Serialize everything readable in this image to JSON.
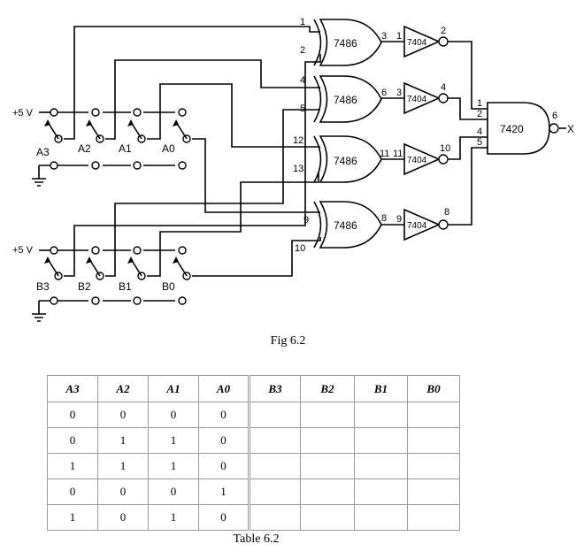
{
  "figure": {
    "caption": "Fig 6.2",
    "supply_label": "+5 V",
    "output_label": "X",
    "a_switches": [
      "A3",
      "A2",
      "A1",
      "A0"
    ],
    "b_switches": [
      "B3",
      "B2",
      "B1",
      "B0"
    ],
    "xor_chips": [
      {
        "label": "7486",
        "in1": "1",
        "in2": "2",
        "out": "3"
      },
      {
        "label": "7486",
        "in1": "4",
        "in2": "5",
        "out": "6"
      },
      {
        "label": "7486",
        "in1": "12",
        "in2": "13",
        "out": "11"
      },
      {
        "label": "7486",
        "in1": "9",
        "in2": "10",
        "out": "8"
      }
    ],
    "inverters": [
      {
        "label": "7404",
        "in": "1",
        "out": "2"
      },
      {
        "label": "7404",
        "in": "3",
        "out": "4"
      },
      {
        "label": "7404",
        "in": "11",
        "out": "10"
      },
      {
        "label": "7404",
        "in": "9",
        "out": "8"
      }
    ],
    "nand": {
      "label": "7420",
      "inputs": [
        "1",
        "2",
        "4",
        "5"
      ],
      "out": "6"
    }
  },
  "table": {
    "caption": "Table 6.2",
    "headers": [
      "A3",
      "A2",
      "A1",
      "A0",
      "B3",
      "B2",
      "B1",
      "B0"
    ],
    "rows": [
      [
        "0",
        "0",
        "0",
        "0",
        "",
        "",
        "",
        ""
      ],
      [
        "0",
        "1",
        "1",
        "0",
        "",
        "",
        "",
        ""
      ],
      [
        "1",
        "1",
        "1",
        "0",
        "",
        "",
        "",
        ""
      ],
      [
        "0",
        "0",
        "0",
        "1",
        "",
        "",
        "",
        ""
      ],
      [
        "1",
        "0",
        "1",
        "0",
        "",
        "",
        "",
        ""
      ]
    ]
  }
}
